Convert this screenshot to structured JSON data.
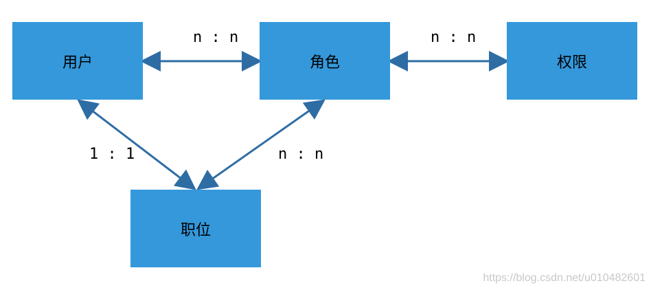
{
  "colors": {
    "box_fill": "#3498db",
    "arrow": "#2e6da4",
    "text": "#000000",
    "watermark": "#c8c8c8"
  },
  "nodes": {
    "user": "用户",
    "role": "角色",
    "permission": "权限",
    "position": "职位"
  },
  "relations": {
    "user_role": "n : n",
    "role_permission": "n : n",
    "user_position": "1 : 1",
    "role_position": "n : n"
  },
  "watermark": "https://blog.csdn.net/u010482601"
}
